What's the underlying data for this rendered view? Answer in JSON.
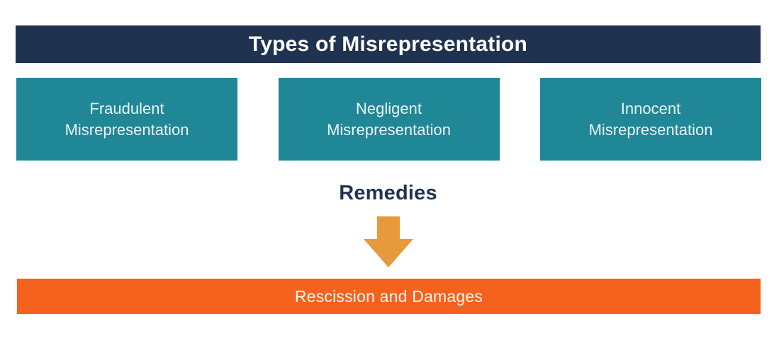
{
  "diagram": {
    "header": {
      "title": "Types of Misrepresentation"
    },
    "type_boxes": [
      {
        "label": "Fraudulent\nMisrepresentation"
      },
      {
        "label": "Negligent\nMisrepresentation"
      },
      {
        "label": "Innocent\nMisrepresentation"
      }
    ],
    "remedies_label": "Remedies",
    "arrow_icon": "down-arrow-icon",
    "result_bar": {
      "label": "Rescission and Damages"
    },
    "colors": {
      "navy": "#1F3351",
      "teal": "#1F8796",
      "arrow_orange": "#E8993C",
      "bar_orange": "#F4621E",
      "text_light": "#FFFFFF"
    }
  }
}
